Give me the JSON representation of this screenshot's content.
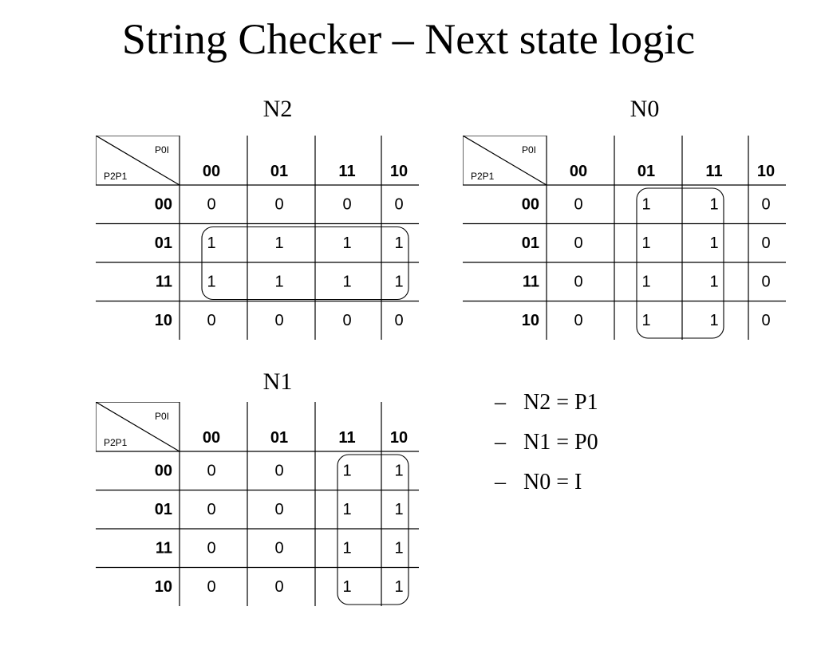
{
  "title": "String Checker – Next state logic",
  "kmaps": [
    {
      "id": "n2",
      "title": "N2",
      "corner_top": "P0I",
      "corner_bottom": "P2P1",
      "col_headers": [
        "00",
        "01",
        "11",
        "10"
      ],
      "row_headers": [
        "00",
        "01",
        "11",
        "10"
      ],
      "cells": [
        [
          "0",
          "0",
          "0",
          "0"
        ],
        [
          "1",
          "1",
          "1",
          "1"
        ],
        [
          "1",
          "1",
          "1",
          "1"
        ],
        [
          "0",
          "0",
          "0",
          "0"
        ]
      ],
      "group": {
        "rows": [
          1,
          2
        ],
        "cols": [
          0,
          3
        ]
      }
    },
    {
      "id": "n0",
      "title": "N0",
      "corner_top": "P0I",
      "corner_bottom": "P2P1",
      "col_headers": [
        "00",
        "01",
        "11",
        "10"
      ],
      "row_headers": [
        "00",
        "01",
        "11",
        "10"
      ],
      "cells": [
        [
          "0",
          "1",
          "1",
          "0"
        ],
        [
          "0",
          "1",
          "1",
          "0"
        ],
        [
          "0",
          "1",
          "1",
          "0"
        ],
        [
          "0",
          "1",
          "1",
          "0"
        ]
      ],
      "group": {
        "rows": [
          0,
          3
        ],
        "cols": [
          1,
          2
        ]
      }
    },
    {
      "id": "n1",
      "title": "N1",
      "corner_top": "P0I",
      "corner_bottom": "P2P1",
      "col_headers": [
        "00",
        "01",
        "11",
        "10"
      ],
      "row_headers": [
        "00",
        "01",
        "11",
        "10"
      ],
      "cells": [
        [
          "0",
          "0",
          "1",
          "1"
        ],
        [
          "0",
          "0",
          "1",
          "1"
        ],
        [
          "0",
          "0",
          "1",
          "1"
        ],
        [
          "0",
          "0",
          "1",
          "1"
        ]
      ],
      "group": {
        "rows": [
          0,
          3
        ],
        "cols": [
          2,
          3
        ]
      }
    }
  ],
  "equations": [
    {
      "dash": "–",
      "text": "N2 = P1"
    },
    {
      "dash": "–",
      "text": "N1 = P0"
    },
    {
      "dash": "–",
      "text": "N0 = I"
    }
  ]
}
